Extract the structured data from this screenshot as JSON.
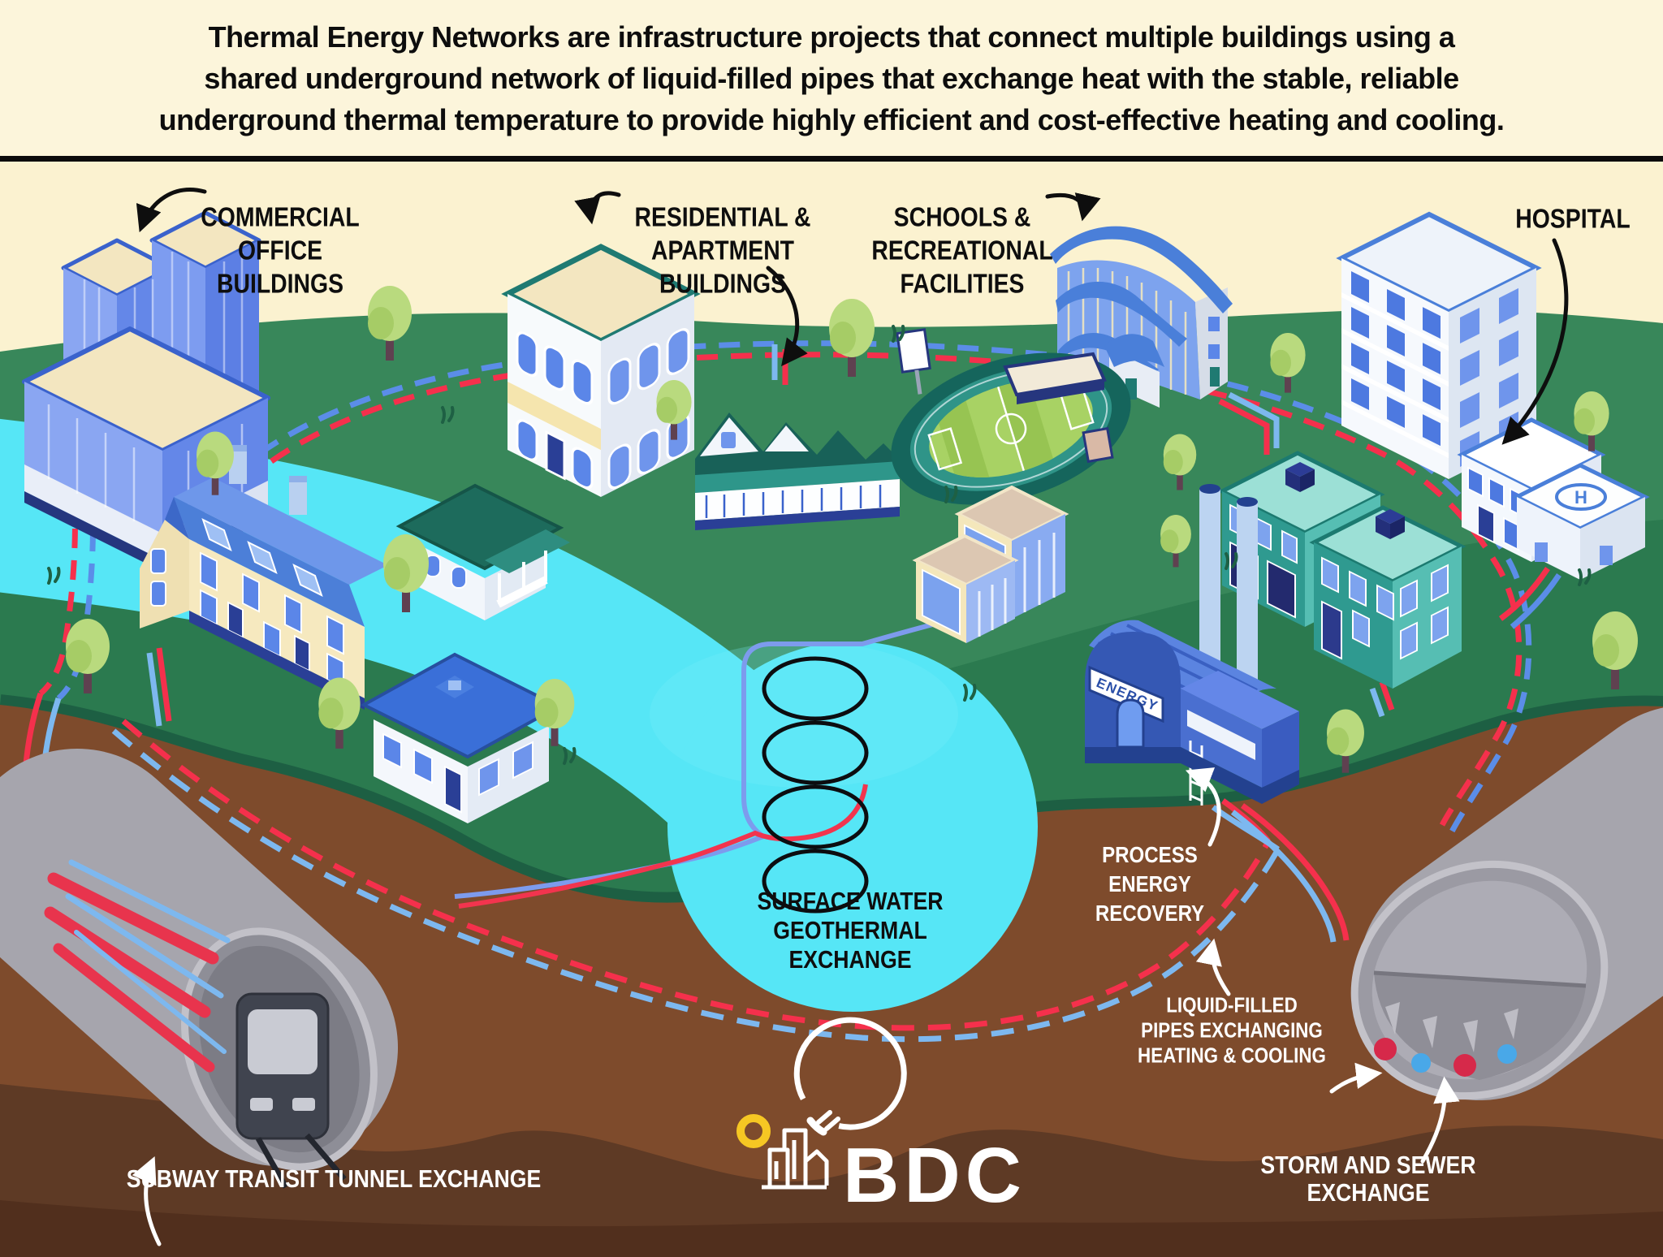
{
  "header": {
    "title": "Thermal Energy Networks are infrastructure projects that connect multiple buildings using a\nshared underground network of liquid-filled pipes that exchange heat with the stable, reliable\nunderground thermal temperature to provide highly efficient and cost-effective heating and cooling."
  },
  "labels": {
    "commercial": "COMMERCIAL\nOFFICE\nBUILDINGS",
    "residential": "RESIDENTIAL &\nAPARTMENT\nBUILDINGS",
    "schools": "SCHOOLS &\nRECREATIONAL\nFACILITIES",
    "hospital": "HOSPITAL",
    "surface_water": "SURFACE WATER\nGEOTHERMAL\nEXCHANGE",
    "process_energy": "PROCESS\nENERGY\nRECOVERY",
    "liquid_pipes": "LIQUID-FILLED\nPIPES EXCHANGING\nHEATING & COOLING",
    "subway": "SUBWAY TRANSIT TUNNEL EXCHANGE",
    "storm_sewer": "STORM AND SEWER EXCHANGE"
  },
  "scene": {
    "energy_plant_sign": "ENERGY",
    "helipad_letter": "H"
  },
  "logo": {
    "text": "BDC"
  },
  "colors": {
    "header_bg": "#fcf5db",
    "sky": "#fbf2d0",
    "grass_light": "#38875a",
    "grass_dark": "#2b7a4f",
    "grass_rim": "#1d5f43",
    "water": "#56e6f6",
    "soil": "#7e4b2c",
    "soil_dark": "#5e3a25",
    "soil_deep": "#512f1d",
    "pipe_hot_red": "#f5304c",
    "pipe_cold_blue": "#5b8de8",
    "pipe_cold_light": "#7db8ef",
    "roof_blue": "#4a7fd9",
    "building_cream": "#f3e6c0",
    "teal_building": "#2f9a90",
    "logo_yellow": "#f6c723",
    "tunnel_gray": "#a6a5ad"
  }
}
